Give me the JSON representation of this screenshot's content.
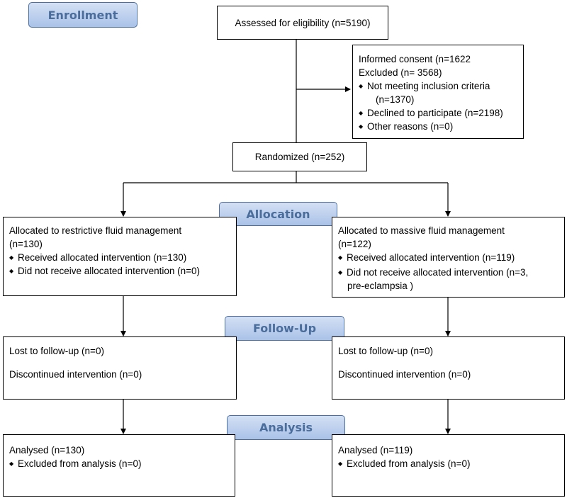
{
  "stages": {
    "enrollment": "Enrollment",
    "allocation": "Allocation",
    "follow_up": "Follow-Up",
    "analysis": "Analysis"
  },
  "assessed": "Assessed for eligibility (n=5190)",
  "excluded": {
    "consent": "Informed consent (n=1622",
    "title": "Excluded  (n= 3568)",
    "reason1_a": "Not meeting inclusion criteria",
    "reason1_b": "(n=1370)",
    "reason2": "Declined to participate (n=2198)",
    "reason3": "Other reasons (n=0)"
  },
  "randomized": "Randomized (n=252)",
  "left": {
    "alloc_title": "Allocated to restrictive fluid management",
    "alloc_n": "(n=130)",
    "received": "Received allocated intervention (n=130)",
    "not_received": "Did not receive allocated intervention (n=0)",
    "lost": "Lost to follow-up (n=0)",
    "discontinued": "Discontinued intervention (n=0)",
    "analysed": "Analysed  (n=130)",
    "excluded_analysis": "Excluded from analysis (n=0)"
  },
  "right": {
    "alloc_title": "Allocated to massive fluid management",
    "alloc_n": "(n=122)",
    "received": "Received allocated intervention (n=119)",
    "not_received": "Did not receive allocated intervention (n=3,",
    "not_received_reason": "pre-eclampsia )",
    "lost": "Lost to follow-up (n=0)",
    "discontinued": "Discontinued intervention (n=0)",
    "analysed": "Analysed  (n=119)",
    "excluded_analysis": "Excluded from analysis (n=0)"
  }
}
